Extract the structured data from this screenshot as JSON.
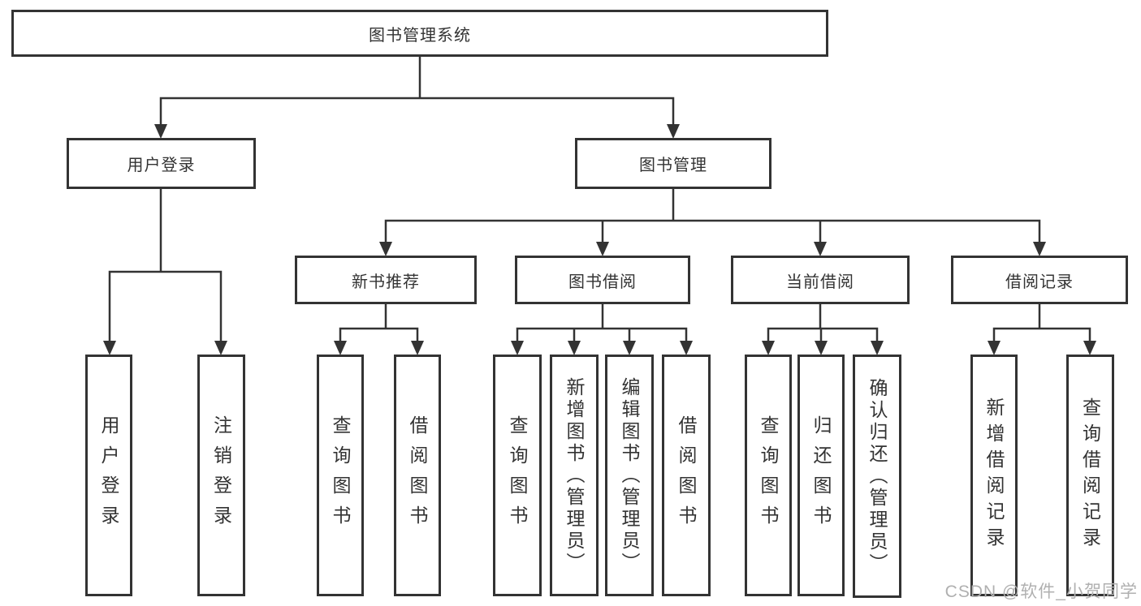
{
  "watermark": "CSDN @软件_小贺同学",
  "colors": {
    "line": "#333333",
    "text": "#333333",
    "box_background": "#ffffff",
    "watermark": "#b0b0b0"
  },
  "tree": {
    "label": "图书管理系统",
    "children": [
      {
        "label": "用户登录",
        "children": [
          {
            "label": "用户登录"
          },
          {
            "label": "注销登录"
          }
        ]
      },
      {
        "label": "图书管理",
        "children": [
          {
            "label": "新书推荐",
            "children": [
              {
                "label": "查询图书"
              },
              {
                "label": "借阅图书"
              }
            ]
          },
          {
            "label": "图书借阅",
            "children": [
              {
                "label": "查询图书"
              },
              {
                "label": "新增图书（管理员）"
              },
              {
                "label": "编辑图书（管理员）"
              },
              {
                "label": "借阅图书"
              }
            ]
          },
          {
            "label": "当前借阅",
            "children": [
              {
                "label": "查询图书"
              },
              {
                "label": "归还图书"
              },
              {
                "label": "确认归还（管理员）"
              }
            ]
          },
          {
            "label": "借阅记录",
            "children": [
              {
                "label": "新增借阅记录"
              },
              {
                "label": "查询借阅记录"
              }
            ]
          }
        ]
      }
    ]
  }
}
